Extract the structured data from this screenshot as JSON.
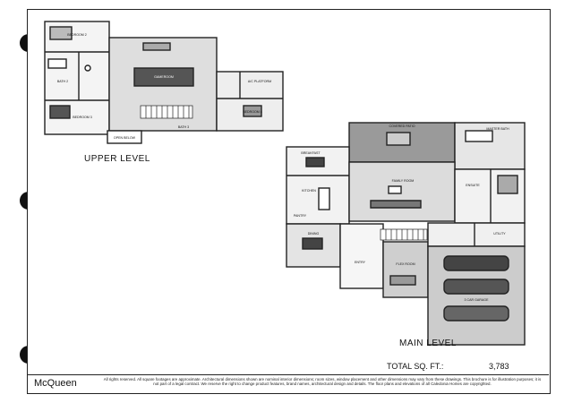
{
  "labels": {
    "upper_level": "UPPER LEVEL",
    "main_level": "MAIN LEVEL",
    "total_label": "TOTAL SQ. FT.:",
    "total_value": "3,783",
    "brand": "McQueen",
    "disclaimer": "All rights reserved. All square footages are approximate. Architectural dimensions shown are nominal interior dimensions; room sizes, window placement and other dimensions may vary from these drawings. This brochure is for illustration purposes; it is not part of a legal contract. We reserve the right to change product features, brand names, architectural design and details. The floor plans and elevations of all Caledonia Homes are copyrighted."
  },
  "rooms": {
    "bedroom2": "BEDROOM 2",
    "bath2": "BATH 2",
    "bedroom3": "BEDROOM 3",
    "gameroom": "GAMEROOM",
    "open_below": "OPEN BELOW",
    "bath3": "BATH 3",
    "ac_platform": "A/C PLATFORM",
    "bedroom4": "BEDROOM 4",
    "covered_patio": "COVERED PATIO",
    "breakfast": "BREAKFAST",
    "kitchen": "KITCHEN",
    "pantry": "PANTRY",
    "family_room": "FAMILY ROOM",
    "master_bath": "MASTER BATH",
    "ensuite": "ENSUITE",
    "utility": "UTILITY",
    "dining": "DINING",
    "entry": "ENTRY",
    "flex_room": "FLEX ROOM",
    "garage": "3 CAR GARAGE"
  }
}
